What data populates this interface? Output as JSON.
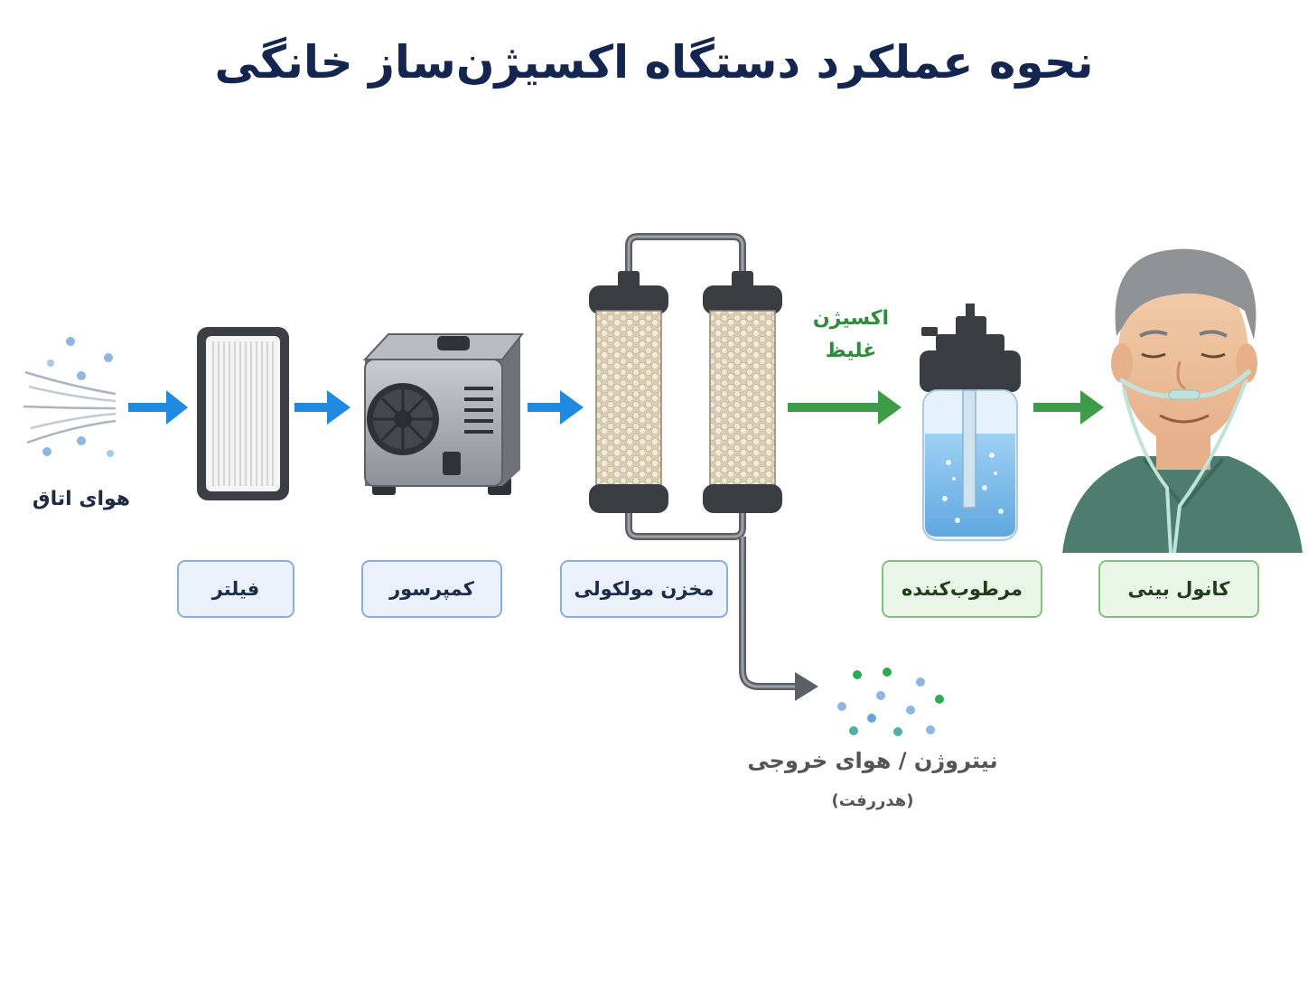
{
  "title": "نحوه عملکرد دستگاه اکسیژن‌ساز خانگی",
  "labels": {
    "room_air": "هوای اتاق",
    "oxygen_line1": "اکسیژن",
    "oxygen_line2": "غلیظ",
    "exhaust": "نیتروژن / هوای خروجی",
    "exhaust_note": "(هدررفت)"
  },
  "stages": [
    {
      "label": "فیلتر"
    },
    {
      "label": "کمپرسور"
    },
    {
      "label": "مخزن مولکولی"
    },
    {
      "label": "مرطوب‌کننده"
    },
    {
      "label": "کانول بینی"
    }
  ],
  "colors": {
    "title": "#14254f",
    "air_arrow": "#1f8ae0",
    "oxygen_arrow": "#3e9b47",
    "oxygen_text": "#2f8a3c",
    "exhaust_text": "#555555",
    "box_blue_fill": "#eaf1fb",
    "box_green_fill": "#e9f5e6"
  }
}
